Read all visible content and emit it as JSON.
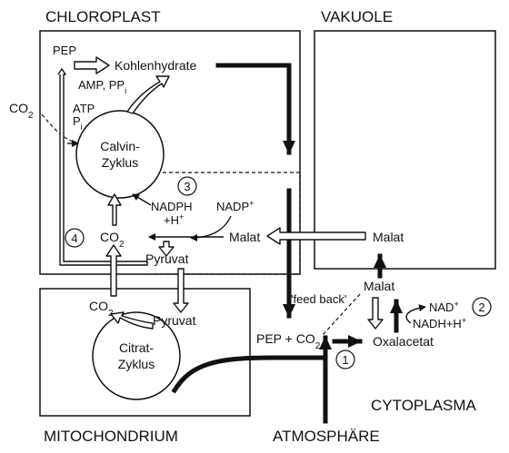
{
  "compartments": {
    "chloroplast": "CHLOROPLAST",
    "vacuole": "VAKUOLE",
    "mitochondrium": "MITOCHONDRIUM",
    "cytoplasma": "CYTOPLASMA",
    "atmosphere": "ATMOSPHÄRE"
  },
  "cycles": {
    "calvin_line1": "Calvin-",
    "calvin_line2": "Zyklus",
    "citrat_line1": "Citrat-",
    "citrat_line2": "Zyklus"
  },
  "metabolites": {
    "pep_chloroplast": "PEP",
    "kohlenhydrate": "Kohlenhydrate",
    "amp_ppi": "AMP, PP",
    "amp_ppi_sub": "i",
    "atp": "ATP",
    "pi": "P",
    "pi_sub": "i",
    "co2_outside": "CO",
    "co2_outside_sub": "2",
    "nadph": "NADPH",
    "nadph_h": "+H",
    "nadp": "NADP",
    "co2_chloroplast": "CO",
    "co2_chloroplast_sub": "2",
    "malat_chloroplast": "Malat",
    "malat_vacuole": "Malat",
    "pyruvat_chloroplast": "Pyruvat",
    "pyruvat_mito": "Pyruvat",
    "co2_mito": "CO",
    "co2_mito_sub": "2",
    "malat_cytoplasm": "Malat",
    "feed_back": "'feed back'",
    "nad": "NAD",
    "nadh": "NADH+H",
    "pep_co2": "PEP + CO",
    "pep_co2_sub": "2",
    "oxalacetat": "Oxalacetat"
  },
  "enzyme_numbers": [
    "1",
    "2",
    "3",
    "4"
  ]
}
